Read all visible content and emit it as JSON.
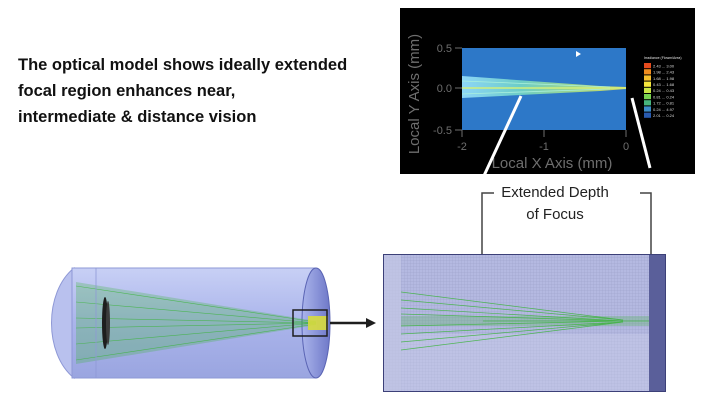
{
  "headline": {
    "lines": [
      "The optical model shows ideally extended",
      "focal region enhances near,",
      "intermediate & distance vision"
    ]
  },
  "plot": {
    "xlabel": "Local X Axis (mm)",
    "ylabel": "Local Y Axis (mm)",
    "x_ticks": [
      "-2",
      "-1",
      "0"
    ],
    "y_ticks": [
      "0.5",
      "0.0",
      "-0.5"
    ],
    "legend": {
      "title": "Irradiance (Flowm/Area)",
      "entries": [
        {
          "label": "2.43 ... 3.00",
          "color": "#e64b1e"
        },
        {
          "label": "1.98 ... 2.43",
          "color": "#f08c1e"
        },
        {
          "label": "1.68 ... 1.98",
          "color": "#f5be2d"
        },
        {
          "label": "0.43 ... 1.68",
          "color": "#f5e63c"
        },
        {
          "label": "0.24 ... 0.43",
          "color": "#c8e646"
        },
        {
          "label": "0.81 ... 0.24",
          "color": "#78d250"
        },
        {
          "label": "1.72 ... 0.81",
          "color": "#46b47d"
        },
        {
          "label": "0.24 ... 4.97",
          "color": "#3c8cc8"
        },
        {
          "label": "2.01 ... 0.24",
          "color": "#285aaf"
        }
      ]
    }
  },
  "callout": {
    "line1": "Extended Depth",
    "line2": "of Focus"
  },
  "colors": {
    "beam": "#3cb43c",
    "focus": "#d7dc3c",
    "lens_body": "#aab4eb",
    "plot_bg": "#000000",
    "irradiance_bg": "#2d78c8",
    "zoom_bg": "#b4b9e1"
  }
}
